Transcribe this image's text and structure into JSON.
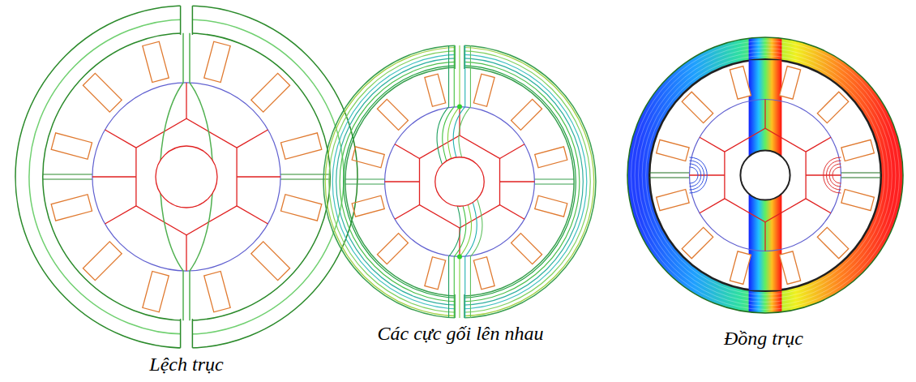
{
  "diagram": {
    "labels": [
      "Lệch trục",
      "Các cực gối lên nhau",
      "Đồng trục"
    ]
  }
}
